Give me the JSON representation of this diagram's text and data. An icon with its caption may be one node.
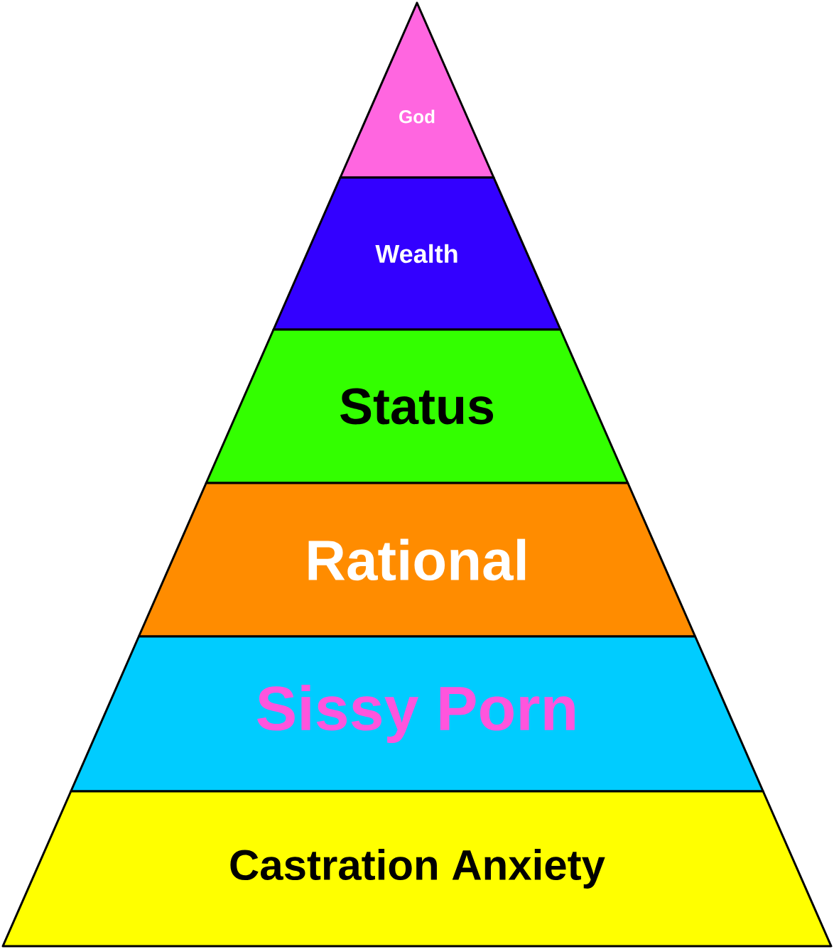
{
  "diagram": {
    "nodes": [
      {
        "text": [
          "God"
        ]
      },
      {
        "text": [
          "Wealth"
        ]
      },
      {
        "text": [
          "Status"
        ]
      },
      {
        "text": [
          "Rational"
        ]
      },
      {
        "text": [
          "Sissy Porn"
        ]
      },
      {
        "text": [
          "Castration Anxiety"
        ]
      }
    ]
  }
}
